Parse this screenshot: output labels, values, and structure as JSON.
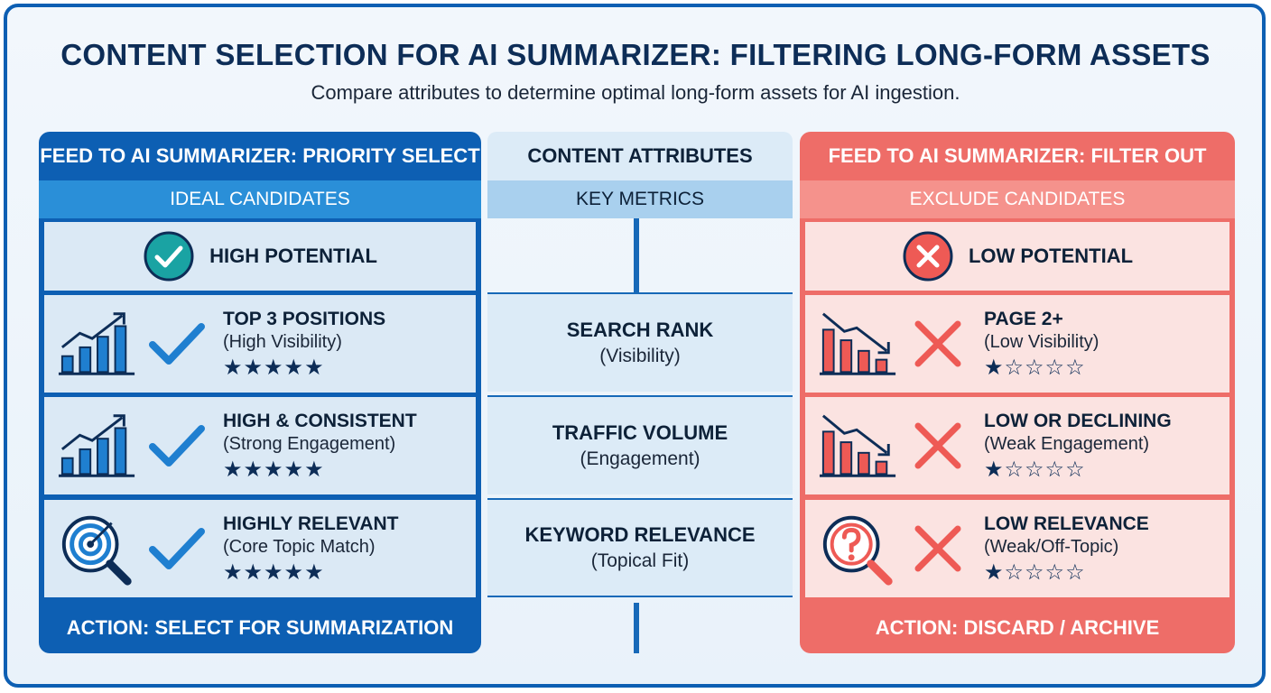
{
  "title": "CONTENT SELECTION FOR AI SUMMARIZER: FILTERING LONG-FORM ASSETS",
  "subtitle": "Compare attributes to determine optimal long-form assets for AI ingestion.",
  "left": {
    "header": "FEED TO AI SUMMARIZER: PRIORITY SELECT",
    "subheader": "IDEAL CANDIDATES",
    "potential": "HIGH POTENTIAL",
    "rows": [
      {
        "title": "TOP 3 POSITIONS",
        "detail": "(High Visibility)",
        "stars": "★★★★★",
        "icon": "bar-chart-up-icon"
      },
      {
        "title": "HIGH & CONSISTENT",
        "detail": "(Strong Engagement)",
        "stars": "★★★★★",
        "icon": "bar-chart-up-icon"
      },
      {
        "title": "HIGHLY RELEVANT",
        "detail": "(Core Topic Match)",
        "stars": "★★★★★",
        "icon": "target-magnifier-icon"
      }
    ],
    "action": "ACTION: SELECT FOR SUMMARIZATION",
    "color": "#0d5fb3"
  },
  "middle": {
    "header": "CONTENT ATTRIBUTES",
    "subheader": "KEY METRICS",
    "rows": [
      {
        "title": "SEARCH RANK",
        "detail": "(Visibility)"
      },
      {
        "title": "TRAFFIC VOLUME",
        "detail": "(Engagement)"
      },
      {
        "title": "KEYWORD RELEVANCE",
        "detail": "(Topical Fit)"
      }
    ]
  },
  "right": {
    "header": "FEED TO AI SUMMARIZER: FILTER OUT",
    "subheader": "EXCLUDE CANDIDATES",
    "potential": "LOW POTENTIAL",
    "rows": [
      {
        "title": "PAGE 2+",
        "detail": "(Low Visibility)",
        "stars": "★☆☆☆☆",
        "icon": "bar-chart-down-icon"
      },
      {
        "title": "LOW OR DECLINING",
        "detail": "(Weak Engagement)",
        "stars": "★☆☆☆☆",
        "icon": "bar-chart-down-icon"
      },
      {
        "title": "LOW RELEVANCE",
        "detail": "(Weak/Off-Topic)",
        "stars": "★☆☆☆☆",
        "icon": "question-magnifier-icon"
      }
    ],
    "action": "ACTION: DISCARD / ARCHIVE",
    "color": "#ee6d68"
  }
}
